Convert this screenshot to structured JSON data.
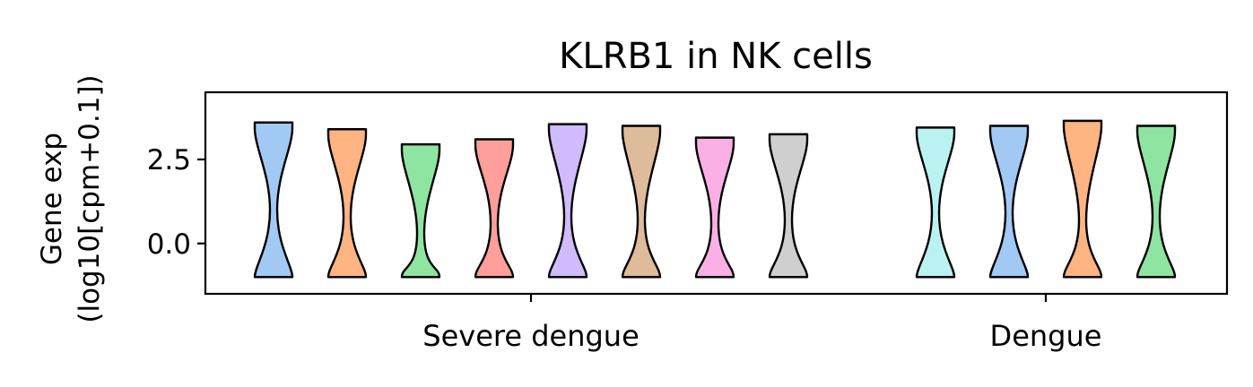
{
  "chart_data": {
    "type": "violin",
    "title": "KLRB1 in NK cells",
    "ylabel_lines": [
      "Gene exp",
      "(log10[cpm+0.1])"
    ],
    "yticks": [
      {
        "value": 0.0,
        "label": "0.0"
      },
      {
        "value": 2.5,
        "label": "2.5"
      }
    ],
    "ylim": [
      -1.5,
      4.5
    ],
    "groups": [
      {
        "label": "Severe dengue",
        "violins": [
          {
            "color": "#a1c9f4",
            "min": -1.0,
            "max": 3.6,
            "waist": 1.0
          },
          {
            "color": "#ffb482",
            "min": -1.0,
            "max": 3.4,
            "waist": 0.8
          },
          {
            "color": "#8de5a1",
            "min": -1.0,
            "max": 2.95,
            "waist": 0.3
          },
          {
            "color": "#ff9f9b",
            "min": -1.0,
            "max": 3.1,
            "waist": 0.6
          },
          {
            "color": "#d0bbff",
            "min": -1.0,
            "max": 3.55,
            "waist": 0.8
          },
          {
            "color": "#debb9b",
            "min": -1.0,
            "max": 3.5,
            "waist": 0.7
          },
          {
            "color": "#fab0e4",
            "min": -1.0,
            "max": 3.15,
            "waist": 0.6
          },
          {
            "color": "#cfcfcf",
            "min": -1.0,
            "max": 3.25,
            "waist": 0.7
          }
        ]
      },
      {
        "label": "Dengue",
        "violins": [
          {
            "color": "#b9f2f0",
            "min": -1.0,
            "max": 3.45,
            "waist": 0.9
          },
          {
            "color": "#a1c9f4",
            "min": -1.0,
            "max": 3.5,
            "waist": 0.9
          },
          {
            "color": "#ffb482",
            "min": -1.0,
            "max": 3.65,
            "waist": 0.7
          },
          {
            "color": "#8de5a1",
            "min": -1.0,
            "max": 3.5,
            "waist": 0.8
          }
        ]
      }
    ]
  }
}
